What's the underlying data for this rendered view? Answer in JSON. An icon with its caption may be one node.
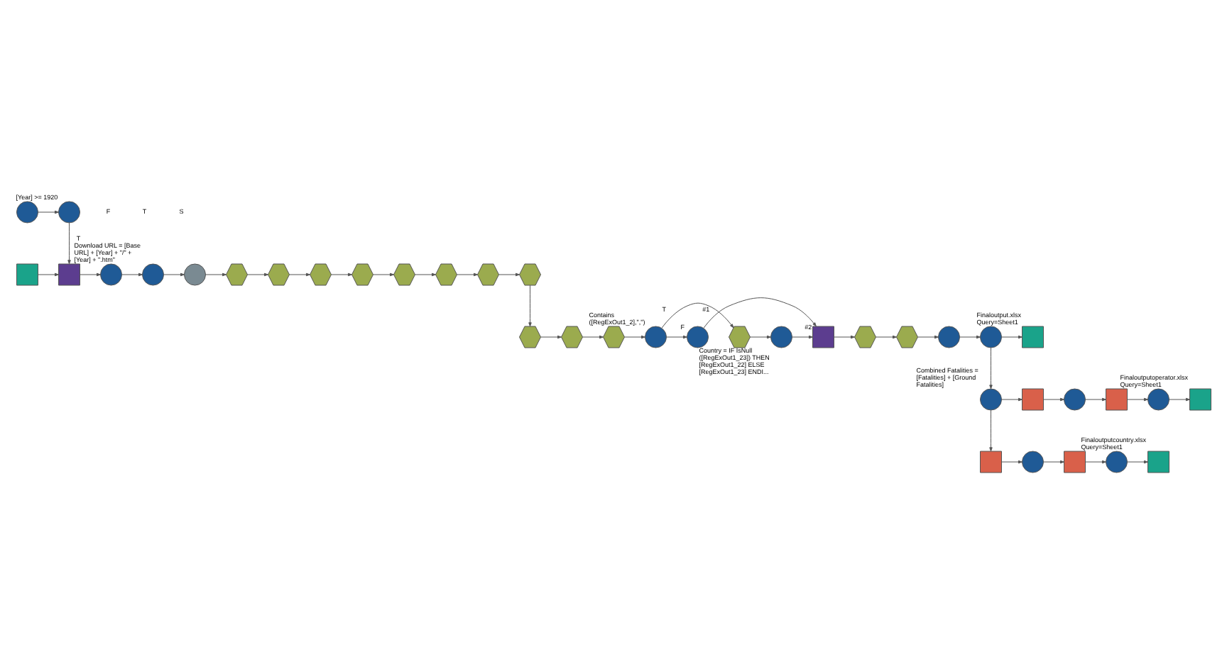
{
  "diagram": {
    "nodes": [
      {
        "text": [],
        "shape": "circle"
      },
      {
        "text": [],
        "shape": "circle",
        "beside": [
          "[Year] >= 1920"
        ]
      },
      {
        "text": [],
        "shape": "box"
      },
      {
        "text": [],
        "shape": "box"
      },
      {
        "text": [],
        "shape": "circle"
      },
      {
        "text": [],
        "shape": "circle",
        "beside": [
          "Download URL = [Base URL] + [Year] + \"/\" + [Year] + \".htm\""
        ]
      },
      {
        "text": [],
        "shape": "circle"
      },
      {
        "text": [],
        "shape": "hexagon"
      },
      {
        "text": [],
        "shape": "hexagon"
      },
      {
        "text": [],
        "shape": "hexagon"
      },
      {
        "text": [],
        "shape": "hexagon"
      },
      {
        "text": [],
        "shape": "hexagon"
      },
      {
        "text": [],
        "shape": "hexagon"
      },
      {
        "text": [],
        "shape": "hexagon"
      },
      {
        "text": [],
        "shape": "hexagon"
      },
      {
        "text": [],
        "shape": "hexagon"
      },
      {
        "text": [],
        "shape": "hexagon"
      },
      {
        "text": [],
        "shape": "hexagon"
      },
      {
        "text": [],
        "shape": "circle",
        "beside": [
          "Contains ([RegExOut1_2],\",\")"
        ]
      },
      {
        "text": [],
        "shape": "hexagon"
      },
      {
        "text": [],
        "shape": "circle",
        "beside": [
          "Country = IF IsNull ([RegExOut1_23]) THEN [RegExOut1_22] ELSE [RegExOut1_23] ENDI..."
        ]
      },
      {
        "text": [],
        "shape": "circle"
      },
      {
        "text": [],
        "shape": "box"
      },
      {
        "text": [],
        "shape": "hexagon"
      },
      {
        "text": [],
        "shape": "hexagon"
      },
      {
        "text": [],
        "shape": "circle"
      },
      {
        "text": [],
        "shape": "circle"
      },
      {
        "text": [],
        "shape": "box",
        "beside": [
          "Finaloutput.xlsx Query=Sheet1"
        ]
      },
      {
        "text": [],
        "shape": "circle",
        "beside": [
          "Combined Fatalities = [Fatalities] + [Ground Fatalities]"
        ]
      },
      {
        "text": [],
        "shape": "box"
      },
      {
        "text": [],
        "shape": "circle"
      },
      {
        "text": [],
        "shape": "box"
      },
      {
        "text": [],
        "shape": "circle"
      },
      {
        "text": [],
        "shape": "box",
        "beside": [
          "Finaloutputoperator.xlsx Query=Sheet1"
        ]
      },
      {
        "text": [],
        "shape": "box"
      },
      {
        "text": [],
        "shape": "circle"
      },
      {
        "text": [],
        "shape": "box"
      },
      {
        "text": [],
        "shape": "circle"
      },
      {
        "text": [],
        "shape": "box",
        "beside": [
          "Finaloutputcountry.xlsx Query=Sheet1"
        ]
      }
    ],
    "edges": [
      {
        "from": 0,
        "to": 1,
        "arrow": "to"
      },
      {
        "from": 1,
        "to": 3,
        "arrow": "to",
        "label": "T"
      },
      {
        "from": 2,
        "to": 3,
        "arrow": "to"
      },
      {
        "from": 3,
        "to": 4,
        "arrow": "to"
      },
      {
        "from": 4,
        "to": 5,
        "arrow": "to"
      },
      {
        "from": 5,
        "to": 6,
        "arrow": "to"
      },
      {
        "from": 6,
        "to": 7,
        "arrow": "to"
      },
      {
        "from": 7,
        "to": 8,
        "arrow": "to"
      },
      {
        "from": 8,
        "to": 9,
        "arrow": "to"
      },
      {
        "from": 9,
        "to": 10,
        "arrow": "to"
      },
      {
        "from": 10,
        "to": 11,
        "arrow": "to"
      },
      {
        "from": 11,
        "to": 12,
        "arrow": "to"
      },
      {
        "from": 12,
        "to": 13,
        "arrow": "to"
      },
      {
        "from": 13,
        "to": 14,
        "arrow": "to"
      },
      {
        "from": 14,
        "to": 15,
        "arrow": "to"
      },
      {
        "from": 15,
        "to": 16,
        "arrow": "to"
      },
      {
        "from": 16,
        "to": 17,
        "arrow": "to"
      },
      {
        "from": 17,
        "to": 18,
        "arrow": "to"
      },
      {
        "from": 18,
        "to": 19,
        "arrow": "to",
        "label": "T"
      },
      {
        "from": 18,
        "to": 21,
        "arrow": "to",
        "label": "F"
      },
      {
        "from": 19,
        "to": 20,
        "arrow": "to"
      },
      {
        "from": 20,
        "to": 22,
        "arrow": "to",
        "label": "#2"
      },
      {
        "from": 21,
        "to": 22,
        "arrow": "to",
        "label": "#1"
      },
      {
        "from": 22,
        "to": 23,
        "arrow": "to"
      },
      {
        "from": 23,
        "to": 24,
        "arrow": "to"
      },
      {
        "from": 24,
        "to": 25,
        "arrow": "to"
      },
      {
        "from": 25,
        "to": 26,
        "arrow": "to"
      },
      {
        "from": 26,
        "to": 27,
        "arrow": "to"
      },
      {
        "from": 26,
        "to": 28,
        "arrow": "to"
      },
      {
        "from": 28,
        "to": 29,
        "arrow": "to"
      },
      {
        "from": 29,
        "to": 30,
        "arrow": "to"
      },
      {
        "from": 30,
        "to": 31,
        "arrow": "to"
      },
      {
        "from": 31,
        "to": 32,
        "arrow": "to"
      },
      {
        "from": 32,
        "to": 33,
        "arrow": "to"
      },
      {
        "from": 28,
        "to": 34,
        "arrow": "to"
      },
      {
        "from": 34,
        "to": 35,
        "arrow": "to"
      },
      {
        "from": 35,
        "to": 36,
        "arrow": "to"
      },
      {
        "from": 36,
        "to": 37,
        "arrow": "to"
      },
      {
        "from": 37,
        "to": 38,
        "arrow": "to"
      }
    ],
    "labels": [
      "F",
      "T",
      "S"
    ]
  }
}
